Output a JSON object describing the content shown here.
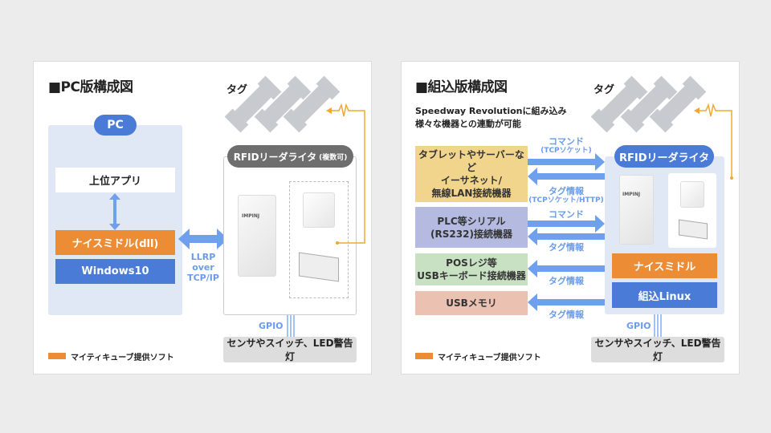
{
  "left": {
    "title": "■PC版構成図",
    "tag_label": "タグ",
    "pc_label": "PC",
    "app_label": "上位アプリ",
    "middleware_label": "ナイスミドル(dll)",
    "os_label": "Windows10",
    "protocol_label": [
      "LLRP",
      "over",
      "TCP/IP"
    ],
    "reader_label": "RFIDリーダライタ",
    "reader_note": "(複数可)",
    "gpio_label": "GPIO",
    "sensor_label": "センサやスイッチ、LED警告灯",
    "legend_label": "マイティキューブ提供ソフト",
    "reader_brand": "IMPINJ"
  },
  "right": {
    "title": "■組込版構成図",
    "tag_label": "タグ",
    "description": [
      "Speedway Revolutionに組み込み",
      "様々な機器との連動が可能"
    ],
    "devices": [
      {
        "lines": [
          "タブレットやサーバーなど",
          "イーサネット/",
          "無線LAN接続機器"
        ],
        "color": "#f2d58c"
      },
      {
        "lines": [
          "PLC等シリアル",
          "(RS232)接続機器"
        ],
        "color": "#b5bbe0"
      },
      {
        "lines": [
          "POSレジ等",
          "USBキーボード接続機器"
        ],
        "color": "#c8e1c3"
      },
      {
        "lines": [
          "USBメモリ"
        ],
        "color": "#ebc2b2"
      }
    ],
    "arrow_labels": {
      "cmd1": "コマンド",
      "cmd1_sub": "(TCPソケット)",
      "tag1": "タグ情報",
      "tag1_sub": "(TCPソケット/HTTP)",
      "cmd2": "コマンド",
      "tag2": "タグ情報",
      "tag3": "タグ情報",
      "tag4": "タグ情報"
    },
    "reader_label": "RFIDリーダライタ",
    "middleware_label": "ナイスミドル",
    "os_label": "組込Linux",
    "gpio_label": "GPIO",
    "sensor_label": "センサやスイッチ、LED警告灯",
    "legend_label": "マイティキューブ提供ソフト",
    "reader_brand": "IMPINJ"
  },
  "colors": {
    "orange": "#ec8c34",
    "blue": "#4a7bd6",
    "arrow": "#6ea0ee",
    "pc_bg": "#dfe8f4",
    "gray_pill": "#6e6e6e",
    "wire": "#f0a830"
  }
}
